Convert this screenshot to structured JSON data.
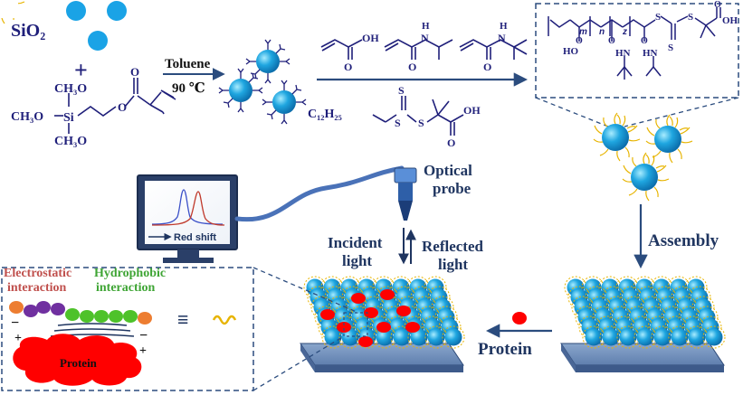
{
  "reagents": {
    "sio2": "SiO₂",
    "plus": "+",
    "silane_methoxy_top": "CH₃O",
    "silane_methoxy_mid": "CH₃O",
    "silane_si": "Si",
    "silane_methoxy_bot": "CH₃O",
    "silane_o_ester": "O",
    "silane_o_carbonyl": "O"
  },
  "reaction": {
    "solvent": "Toluene",
    "temperature": "90 ℃"
  },
  "monomers": {
    "acrylic_acid_oh": "OH",
    "acrylic_acid_o": "O",
    "nipam_h": "H",
    "nipam_n": "N",
    "nipam_o": "O",
    "tba_h": "H",
    "tba_n": "N",
    "tba_o": "O"
  },
  "raft_agent": {
    "alkyl": "C₁₂H₂₅",
    "s_top": "S",
    "s_left": "S",
    "s_right": "S",
    "oh": "OH",
    "o": "O"
  },
  "polymer": {
    "m": "m",
    "n": "n",
    "z": "z",
    "ho": "HO",
    "hn1": "HN",
    "hn2": "HN",
    "s1": "S",
    "s2": "S",
    "s3": "S",
    "oh": "OH",
    "o1": "O",
    "o2": "O",
    "o3": "O",
    "o4": "O"
  },
  "labels": {
    "optical_probe": [
      "Optical",
      "probe"
    ],
    "red_shift": "Red shift",
    "incident_light": [
      "Incident",
      "light"
    ],
    "reflected_light": [
      "Reflected",
      "light"
    ],
    "assembly": "Assembly",
    "protein_step": "Protein",
    "electrostatic": [
      "Electrostatic",
      "interaction"
    ],
    "hydrophobic": [
      "Hydrophobic",
      "interaction"
    ],
    "protein_blob": "Protein",
    "minus": "−",
    "plus_sign": "+",
    "equiv": "≡"
  },
  "colors": {
    "arrow": "#2b4c7e",
    "sphere": "#1a9ad6",
    "sphere_light": "#6fd3f7",
    "chain": "#e7b400",
    "protein": "#ff0000",
    "electrostatic": "#c0504d",
    "hydrophobic": "#3fa535",
    "bead_orange": "#ed7d31",
    "bead_purple": "#7030a0",
    "bead_green": "#4ec22a",
    "chem": "#1f1f7a",
    "spectrum_blue": "#3b50c8",
    "spectrum_red": "#c0392b"
  }
}
